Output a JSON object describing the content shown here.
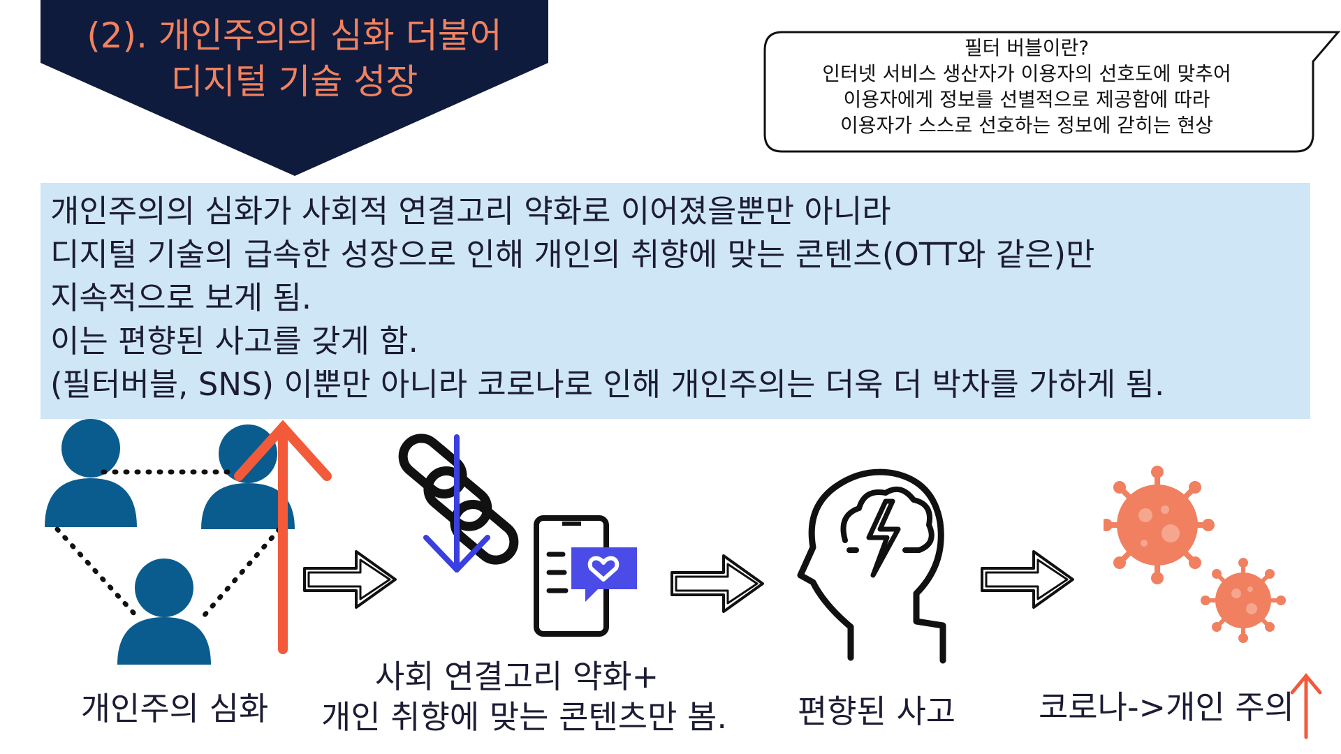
{
  "header": {
    "title_line1": "(2). 개인주의의 심화 더불어",
    "title_line2": "디지털 기술 성장",
    "colors": {
      "banner": "#0e1b3d",
      "title": "#f2825f"
    }
  },
  "callout": {
    "lines": [
      "필터 버블이란?",
      "인터넷 서비스 생산자가 이용자의 선호도에 맞추어",
      "이용자에게 정보를 선별적으로 제공함에 따라",
      "이용자가 스스로 선호하는 정보에 갇히는 현상"
    ]
  },
  "main": {
    "lines": [
      "개인주의의 심화가 사회적 연결고리 약화로 이어졌을뿐만 아니라",
      "디지털 기술의 급속한 성장으로 인해 개인의 취향에 맞는 콘텐츠(OTT와 같은)만",
      "지속적으로 보게 됨.",
      "이는 편향된 사고를 갖게 함.",
      "(필터버블, SNS) 이뿐만 아니라 코로나로 인해 개인주의는 더욱 더 박차를 가하게 됨."
    ],
    "colors": {
      "box": "#cfe6f6"
    }
  },
  "flow": {
    "step1_caption": "개인주의 심화",
    "step2_caption_line1": "사회 연결고리 약화+",
    "step2_caption_line2": "개인 취향에 맞는 콘텐츠만 봄.",
    "step3_caption": "편향된 사고",
    "step4_caption": "코로나->개인 주의",
    "icons": [
      "people-network-icon",
      "broken-chain-icon",
      "phone-heart-icon",
      "head-storm-icon",
      "virus-icon"
    ],
    "colors": {
      "people": "#0b5c8e",
      "up_arrow": "#f25a3a",
      "down_arrow": "#3a3fe0",
      "virus": "#f08060"
    }
  }
}
